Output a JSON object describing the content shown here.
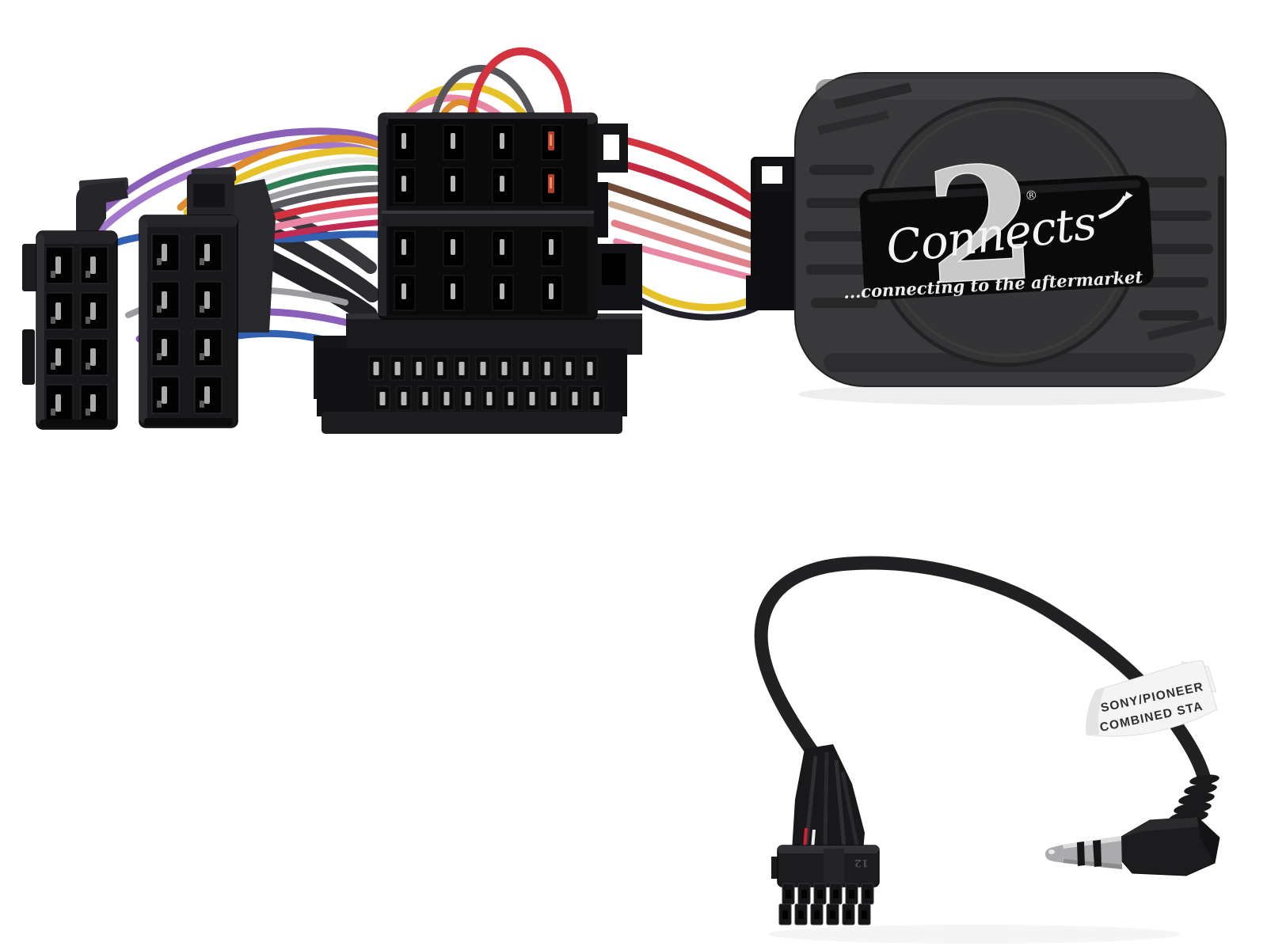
{
  "scene": {
    "kind": "product-photo",
    "subject": "Connects2 steering wheel control interface with ISO harness and patch lead",
    "background_color": "#ffffff"
  },
  "module": {
    "brand_script": "Connects",
    "brand_numeral": "2",
    "registered_mark": "®",
    "tagline": "...connecting to the aftermarket",
    "body_color": "#39393b",
    "badge_color": "#0a0a0b",
    "logo_color": "#f4f4f4"
  },
  "patch_lead": {
    "label_line1": "SONY/PIONEER",
    "label_line2": "COMBINED STA",
    "connector_marking": "12",
    "cable_color": "#212123",
    "jack_metal_color": "#ababad"
  },
  "harness": {
    "connector_color": "#18181a",
    "pin_color": "#c8c8ca",
    "wire_colors": [
      "#8a5fb8",
      "#a277cc",
      "#df8c2e",
      "#e6c127",
      "#e9e9e9",
      "#2f7d52",
      "#9c9ca0",
      "#55555a",
      "#d2333f",
      "#e886a4",
      "#3161b0",
      "#c12a52",
      "#6f4b38",
      "#caa88e",
      "#23232e"
    ]
  }
}
